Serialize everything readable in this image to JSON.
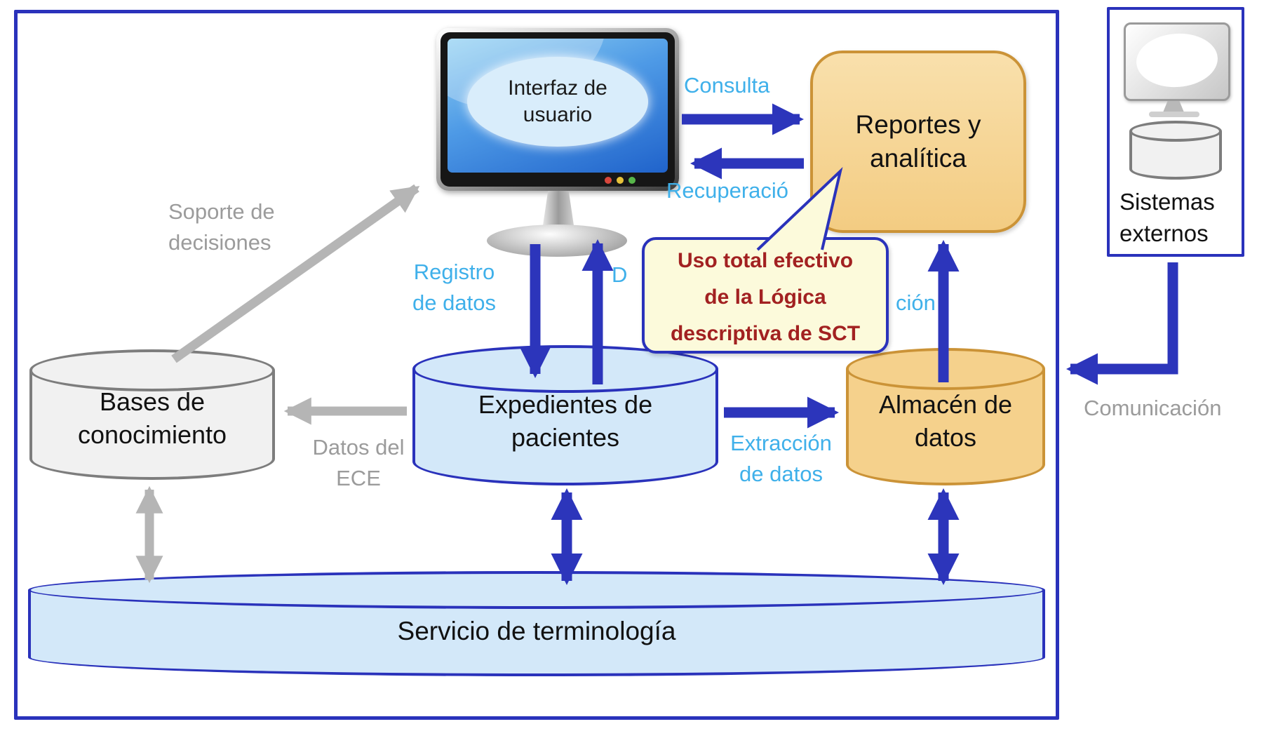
{
  "nodes": {
    "user_interface": {
      "label": "Interfaz de\nusuario"
    },
    "reports": {
      "label": "Reportes y\nanalítica"
    },
    "knowledge_base": {
      "label": "Bases de\nconocimiento"
    },
    "patient_records": {
      "label": "Expedientes de\npacientes"
    },
    "data_warehouse": {
      "label": "Almacén de\ndatos"
    },
    "terminology_service": {
      "label": "Servicio de terminología"
    },
    "external_systems": {
      "label": "Sistemas\nexternos"
    }
  },
  "callout": {
    "text": "Uso total efectivo\nde la Lógica\ndescriptiva de SCT"
  },
  "edges": {
    "consulta": "Consulta",
    "recuperacion": "Recuperació",
    "registro": "Registro\nde datos",
    "despliegue_fragment": "D",
    "poblacion_fragment": "ción",
    "soporte": "Soporte de\ndecisiones",
    "datos_ece": "Datos del\nECE",
    "extraccion": "Extracción\nde datos",
    "comunicacion": "Comunicación"
  },
  "colors": {
    "accent_blue": "#2a32bb",
    "arrow_blue": "#2c35bb",
    "arrow_gray": "#b5b5b5",
    "light_blue_fill": "#d3e8f9",
    "orange_fill": "#f5d18c",
    "orange_border": "#cb9337",
    "label_blue": "#3fb0ea",
    "label_gray": "#9b9b9b",
    "callout_bg": "#fcfadb",
    "callout_red": "#a22121",
    "gray_fill": "#f1f1f1",
    "gray_border": "#7d7d7d"
  }
}
